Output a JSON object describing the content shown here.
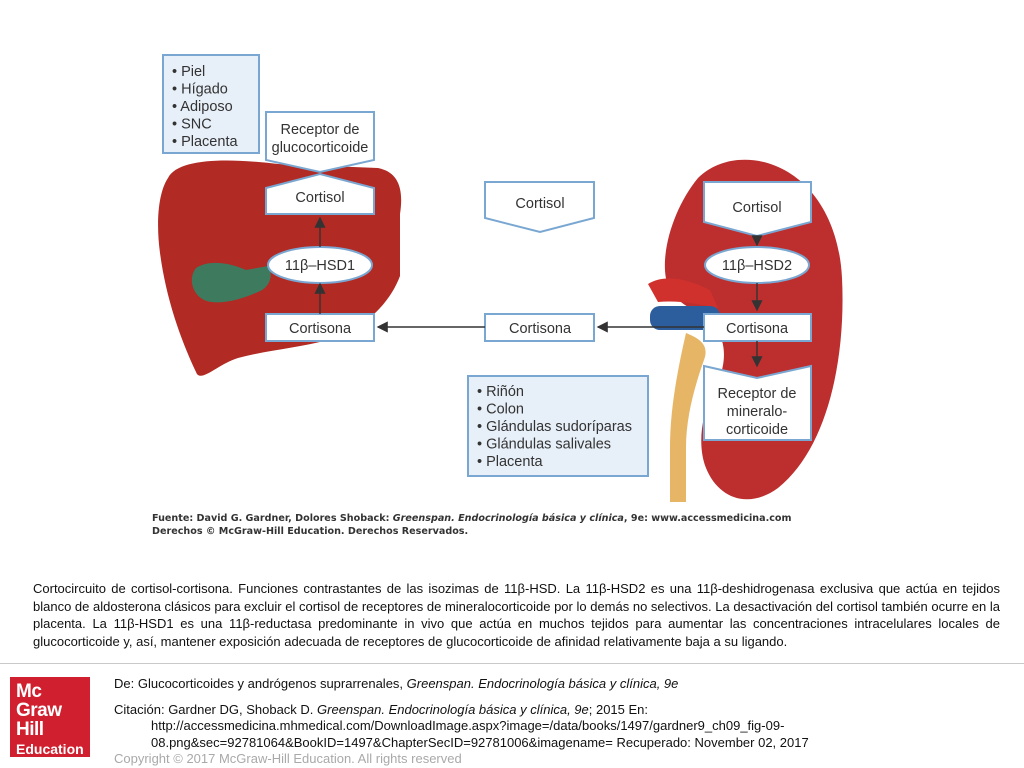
{
  "figure": {
    "top_left_list": [
      "• Piel",
      "• Hígado",
      "• Adiposo",
      "• SNC",
      "• Placenta"
    ],
    "bottom_list": [
      "• Riñón",
      "• Colon",
      "• Glándulas sudoríparas",
      "• Glándulas salivales",
      "• Placenta"
    ],
    "receptor_gluco": [
      "Receptor de",
      "glucocorticoide"
    ],
    "receptor_mineralo": [
      "Receptor de",
      "mineralo-",
      "corticoide"
    ],
    "cortisol_liver": "Cortisol",
    "cortisol_middle": "Cortisol",
    "cortisol_kidney": "Cortisol",
    "hsd1": "11β–HSD1",
    "hsd2": "11β–HSD2",
    "cortisona_liver": "Cortisona",
    "cortisona_middle": "Cortisona",
    "cortisona_kidney": "Cortisona",
    "source_line1_prefix": "Fuente: David G. Gardner, Dolores Shoback: ",
    "source_line1_title": "Greenspan. Endocrinología básica y clínica",
    "source_line1_suffix": ", 9e: www.accessmedicina.com",
    "source_line2": "Derechos © McGraw-Hill Education. Derechos Reservados.",
    "colors": {
      "liver": "#b12a24",
      "kidney": "#bc2f2e",
      "gallbladder": "#3e7a5e",
      "box_border": "#7aa7d1",
      "box_fill": "#ffffff",
      "list_fill": "#e7eff8",
      "artery": "#d0312d",
      "vein": "#2c5d9d",
      "ureter": "#e6b566"
    }
  },
  "caption": "Cortocircuito de cortisol-cortisona. Funciones contrastantes de las isozimas de 11β-HSD. La 11β-HSD2 es una 11β-deshidrogenasa exclusiva que actúa en tejidos blanco de aldosterona clásicos para excluir el cortisol de receptores de mineralocorticoide por lo demás no selectivos. La desactivación del cortisol también ocurre en la placenta. La 11β-HSD1 es una 11β-reductasa predominante in vivo que actúa en muchos tejidos para aumentar las concentraciones intracelulares locales de glucocorticoide y, así, mantener exposición adecuada de receptores de glucocorticoide de afinidad relativamente baja a su ligando.",
  "logo": {
    "line1": "Mc",
    "line2": "Graw",
    "line3": "Hill",
    "line4": "Education"
  },
  "footer": {
    "de_prefix": "De: Glucocorticoides y andrógenos suprarrenales, ",
    "de_title": "Greenspan. Endocrinología básica y clínica, 9e",
    "cit_prefix": "Citación: Gardner DG, Shoback D. ",
    "cit_title": "Greenspan. Endocrinología básica y clínica, 9e",
    "cit_suffix": "; 2015 En:",
    "url_line1": "http://accessmedicina.mhmedical.com/DownloadImage.aspx?image=/data/books/1497/gardner9_ch09_fig-09-",
    "url_line2": "08.png&sec=92781064&BookID=1497&ChapterSecID=92781006&imagename= Recuperado: November 02, 2017",
    "copyright": "Copyright © 2017 McGraw-Hill Education. All rights reserved"
  }
}
